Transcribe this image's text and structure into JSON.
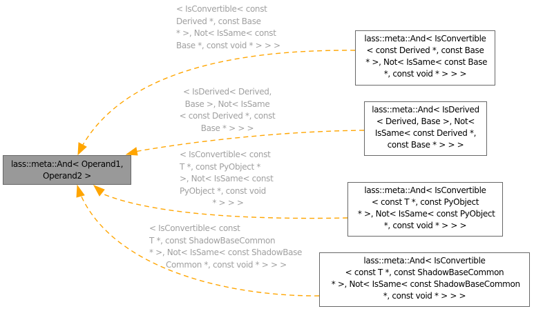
{
  "diagram": {
    "type": "inheritance-graph",
    "edge_color": "#FFA500",
    "base_node": {
      "lines": [
        "lass::meta::And< Operand1,",
        "Operand2 >"
      ],
      "fill": "#999999"
    },
    "derived_nodes": [
      {
        "lines": [
          "lass::meta::And< IsConvertible",
          "< const Derived *, const Base",
          " * >, Not< IsSame< const Base",
          "*, const void * > > >"
        ],
        "edge_label": [
          "< IsConvertible< const",
          "Derived *, const Base",
          "* >, Not< IsSame< const",
          "Base *, const void * > > >"
        ]
      },
      {
        "lines": [
          "lass::meta::And< IsDerived",
          "< Derived, Base >, Not<",
          "IsSame< const Derived *,",
          "const Base * > > >"
        ],
        "edge_label": [
          "< IsDerived< Derived,",
          "Base >, Not< IsSame",
          "< const Derived *, const",
          "Base * > > >"
        ]
      },
      {
        "lines": [
          "lass::meta::And< IsConvertible",
          "< const T *, const PyObject",
          " * >, Not< IsSame< const PyObject",
          "*, const void * > > >"
        ],
        "edge_label": [
          "< IsConvertible< const",
          "T *, const PyObject *",
          ">, Not< IsSame< const",
          "PyObject *, const void",
          "* > > >"
        ]
      },
      {
        "lines": [
          "lass::meta::And< IsConvertible",
          "< const T *, const ShadowBaseCommon",
          " * >, Not< IsSame< const ShadowBaseCommon",
          "*, const void * > > >"
        ],
        "edge_label": [
          "< IsConvertible< const",
          "T *, const ShadowBaseCommon",
          "* >, Not< IsSame< const ShadowBase",
          "Common *, const void * > > >"
        ]
      }
    ],
    "base_text": "lass::meta::And< Operand1,\nOperand2 >",
    "node_text": [
      "lass::meta::And< IsConvertible\n< const Derived *, const Base\n * >, Not< IsSame< const Base\n*, const void * > > >",
      "lass::meta::And< IsDerived\n< Derived, Base >, Not<\nIsSame< const Derived *,\nconst Base * > > >",
      "lass::meta::And< IsConvertible\n< const T *, const PyObject\n * >, Not< IsSame< const PyObject\n*, const void * > > >",
      "lass::meta::And< IsConvertible\n< const T *, const ShadowBaseCommon\n * >, Not< IsSame< const ShadowBaseCommon\n*, const void * > > >"
    ],
    "label_text": [
      "< IsConvertible< const\nDerived *, const Base\n* >, Not< IsSame< const\nBase *, const void * > > >",
      "< IsDerived< Derived,\nBase >, Not< IsSame\n< const Derived *, const\nBase * > > >",
      "< IsConvertible< const\nT *, const PyObject *\n>, Not< IsSame< const\nPyObject *, const void\n* > > >",
      "< IsConvertible< const\nT *, const ShadowBaseCommon\n* >, Not< IsSame< const ShadowBase\nCommon *, const void * > > >"
    ]
  }
}
